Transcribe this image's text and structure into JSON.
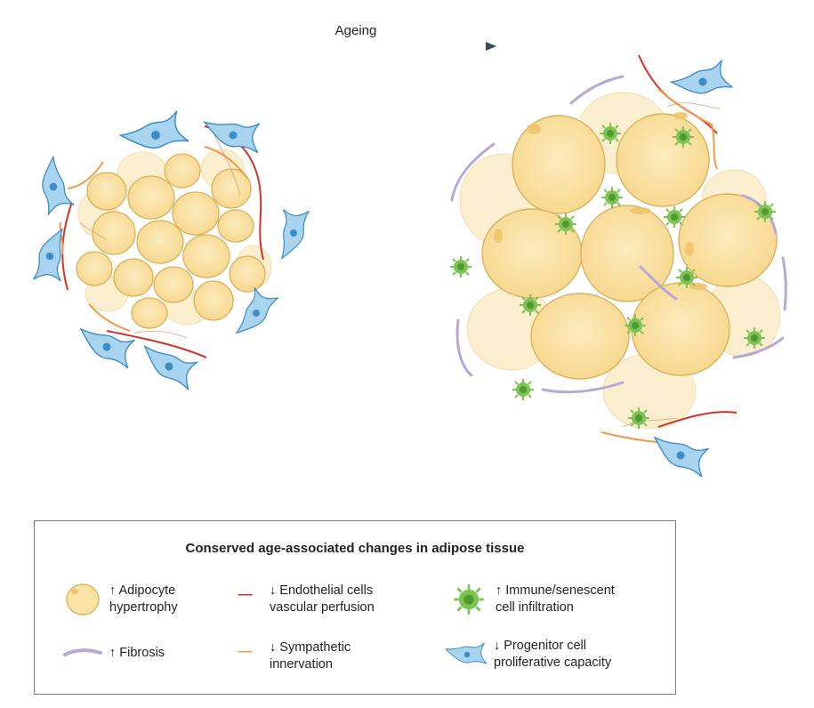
{
  "diagram": {
    "arrow_label": "Ageing"
  },
  "legend": {
    "title": "Conserved age-associated changes in adipose tissue",
    "items": [
      {
        "line1": "↑ Adipocyte",
        "line2": "hypertrophy",
        "icon": "adipocyte-icon",
        "color": "#fbe3a6"
      },
      {
        "line1": "↓ Endothelial cells",
        "line2": "vascular perfusion",
        "icon": "endothelial-line-icon",
        "color": "#d0342c"
      },
      {
        "line1": "↑ Immune/senescent",
        "line2": "cell infiltration",
        "icon": "immune-cell-icon",
        "color": "#7cc353"
      },
      {
        "line1": "↑ Fibrosis",
        "line2": "",
        "icon": "fibrosis-line-icon",
        "color": "#b7a9d6"
      },
      {
        "line1": "↓ Sympathetic",
        "line2": "innervation",
        "icon": "sympathetic-line-icon",
        "color": "#f29a46"
      },
      {
        "line1": "↓ Progenitor cell",
        "line2": "proliferative capacity",
        "icon": "progenitor-cell-icon",
        "color": "#a9d4ef"
      }
    ]
  }
}
